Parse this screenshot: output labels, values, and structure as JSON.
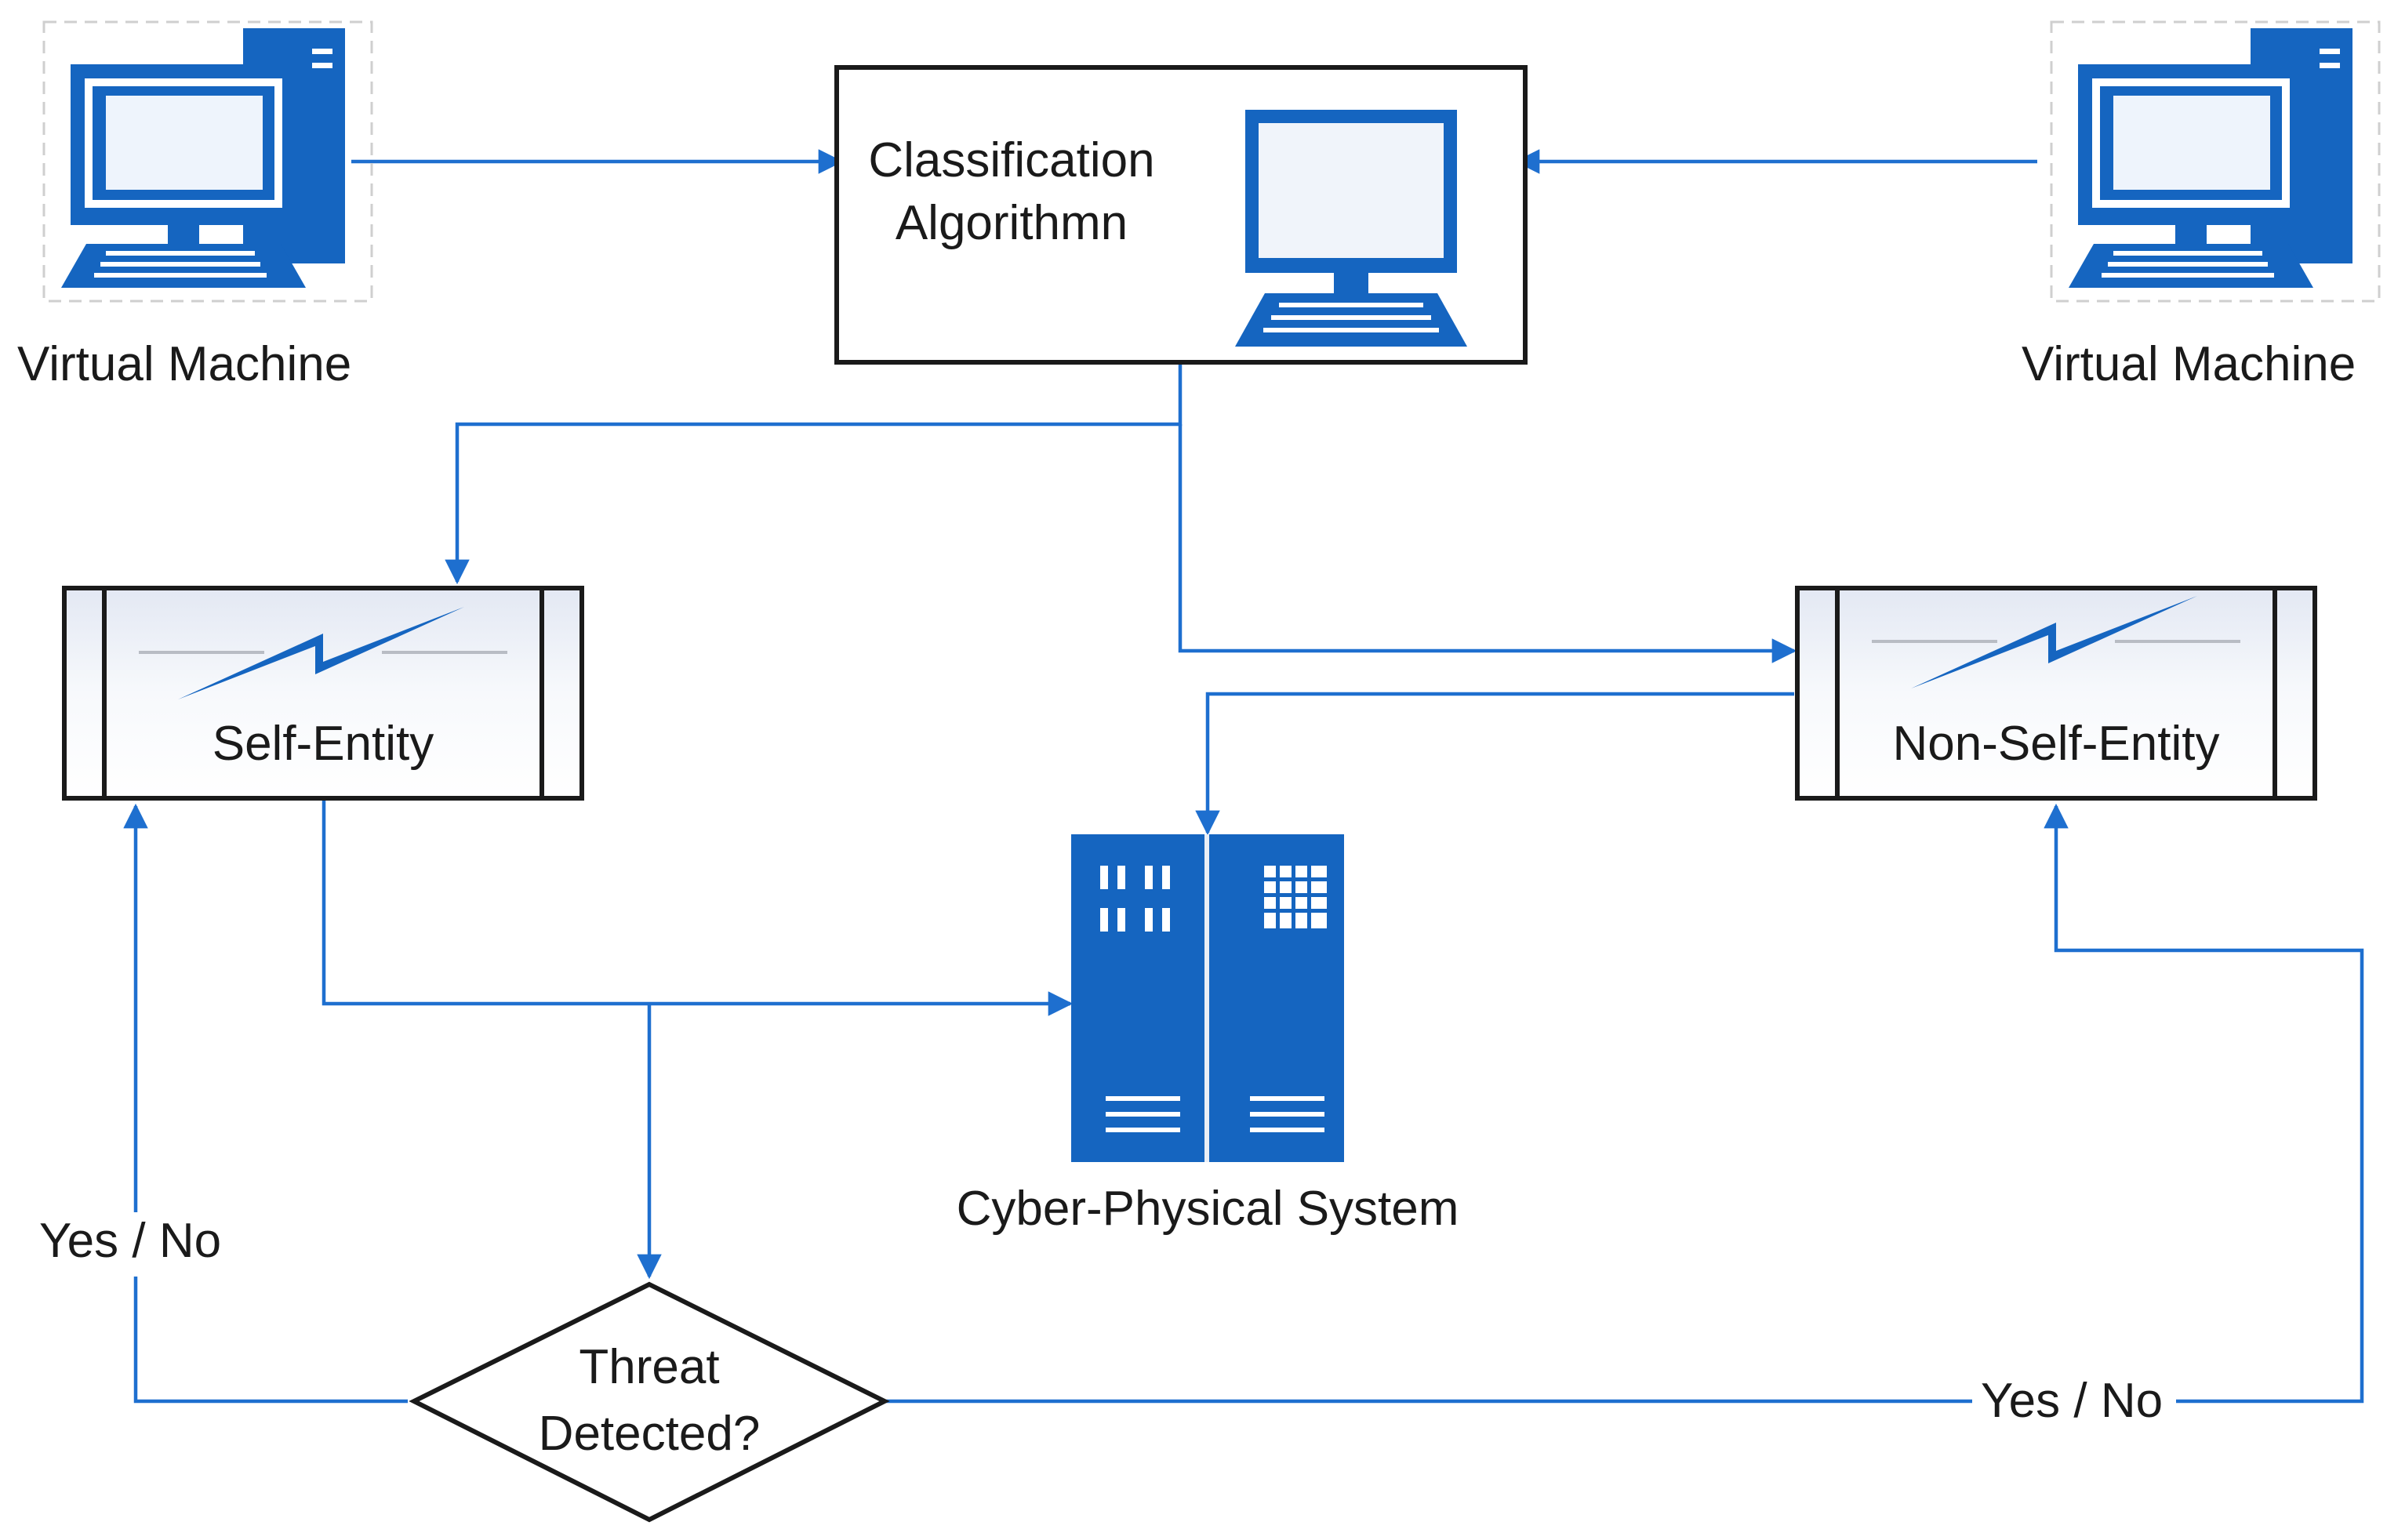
{
  "colors": {
    "accent": "#1565c0",
    "connector": "#1e6fcf",
    "outline": "#1a1a1a",
    "panel_fill": "#eef1f8"
  },
  "nodes": {
    "virtual_machine_left": {
      "label": "Virtual Machine",
      "icon": "desktop-computer-icon"
    },
    "virtual_machine_right": {
      "label": "Virtual Machine",
      "icon": "desktop-computer-icon"
    },
    "classification": {
      "line1": "Classification",
      "line2": "Algorithmn",
      "icon": "laptop-monitor-icon"
    },
    "self_entity": {
      "label": "Self-Entity",
      "icon": "lightning-bolt-icon"
    },
    "non_self_entity": {
      "label": "Non-Self-Entity",
      "icon": "lightning-bolt-icon"
    },
    "cyber_physical_system": {
      "label": "Cyber-Physical System",
      "icon": "server-rack-icon"
    },
    "decision": {
      "line1": "Threat",
      "line2": "Detected?"
    }
  },
  "edge_labels": {
    "left_feedback": "Yes / No",
    "right_feedback": "Yes / No"
  }
}
